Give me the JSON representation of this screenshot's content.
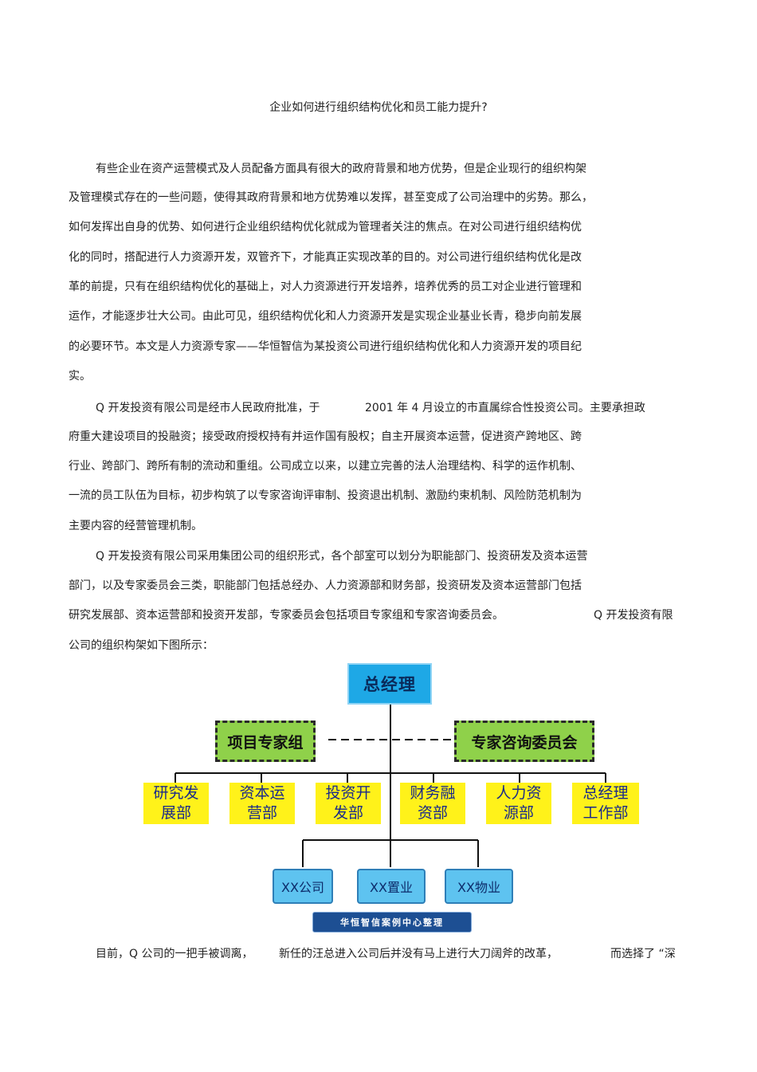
{
  "document": {
    "title": "企业如何进行组织结构优化和员工能力提升?",
    "paragraph1": [
      "有些企业在资产运营模式及人员配备方面具有很大的政府背景和地方优势，但是企业现行的组织构架",
      "及管理模式存在的一些问题，使得其政府背景和地方优势难以发挥，甚至变成了公司治理中的劣势。那么，",
      "如何发挥出自身的优势、如何进行企业组织结构优化就成为管理者关注的焦点。在对公司进行组织结构优",
      "化的同时，搭配进行人力资源开发，双管齐下，才能真正实现改革的目的。对公司进行组织结构优化是改",
      "革的前提，只有在组织结构优化的基础上，对人力资源进行开发培养，培养优秀的员工对企业进行管理和",
      "运作，才能逐步壮大公司。由此可见，组织结构优化和人力资源开发是实现企业基业长青，稳步向前发展",
      "的必要环节。本文是人力资源专家——华恒智信为某投资公司进行组织结构优化和人力资源开发的项目纪",
      "实。"
    ],
    "paragraph2": {
      "line1a": "Q 开发投资有限公司是经市人民政府批准，于",
      "line1b": "2001 年 4 月设立的市直属综合性投资公司。主要承担政",
      "rest": [
        "府重大建设项目的投融资；接受政府授权持有并运作国有股权；自主开展资本运营，促进资产跨地区、跨",
        "行业、跨部门、跨所有制的流动和重组。公司成立以来，以建立完善的法人治理结构、科学的运作机制、",
        "一流的员工队伍为目标，初步构筑了以专家咨询评审制、投资退出机制、激励约束机制、风险防范机制为",
        "主要内容的经营管理机制。"
      ]
    },
    "paragraph3": {
      "line1": "Q  开发投资有限公司采用集团公司的组织形式，各个部室可以划分为职能部门、投资研发及资本运营",
      "line2": "部门，以及专家委员会三类，职能部门包括总经办、人力资源部和财务部，投资研发及资本运营部门包括",
      "line3a": "研究发展部、资本运营部和投资开发部，专家委员会包括项目专家组和专家咨询委员会。",
      "line3b": "Q  开发投资有限",
      "line4": "公司的组织构架如下图所示："
    },
    "paragraph4": {
      "a": "目前，Q 公司的一把手被调离，",
      "b": "新任的汪总进入公司后并没有马上进行大刀阔斧的改革，",
      "c": "而选择了 “深"
    }
  },
  "org_chart": {
    "root": "总经理",
    "side_groups": [
      "项目专家组",
      "专家咨询委员会"
    ],
    "departments": [
      [
        "研究发",
        "展部"
      ],
      [
        "资本运",
        "营部"
      ],
      [
        "投资开",
        "发部"
      ],
      [
        "财务融",
        "资部"
      ],
      [
        "人力资",
        "源部"
      ],
      [
        "总经理",
        "工作部"
      ]
    ],
    "subsidiaries": [
      "XX公司",
      "XX置业",
      "XX物业"
    ],
    "credit": "华恒智信案例中心整理",
    "colors": {
      "root_fill": "#1ea8e6",
      "group_fill": "#8fd14a",
      "department_fill": "#fff21a",
      "subsidiary_fill": "#5ec3f0",
      "credit_fill": "#1d4f93"
    }
  }
}
